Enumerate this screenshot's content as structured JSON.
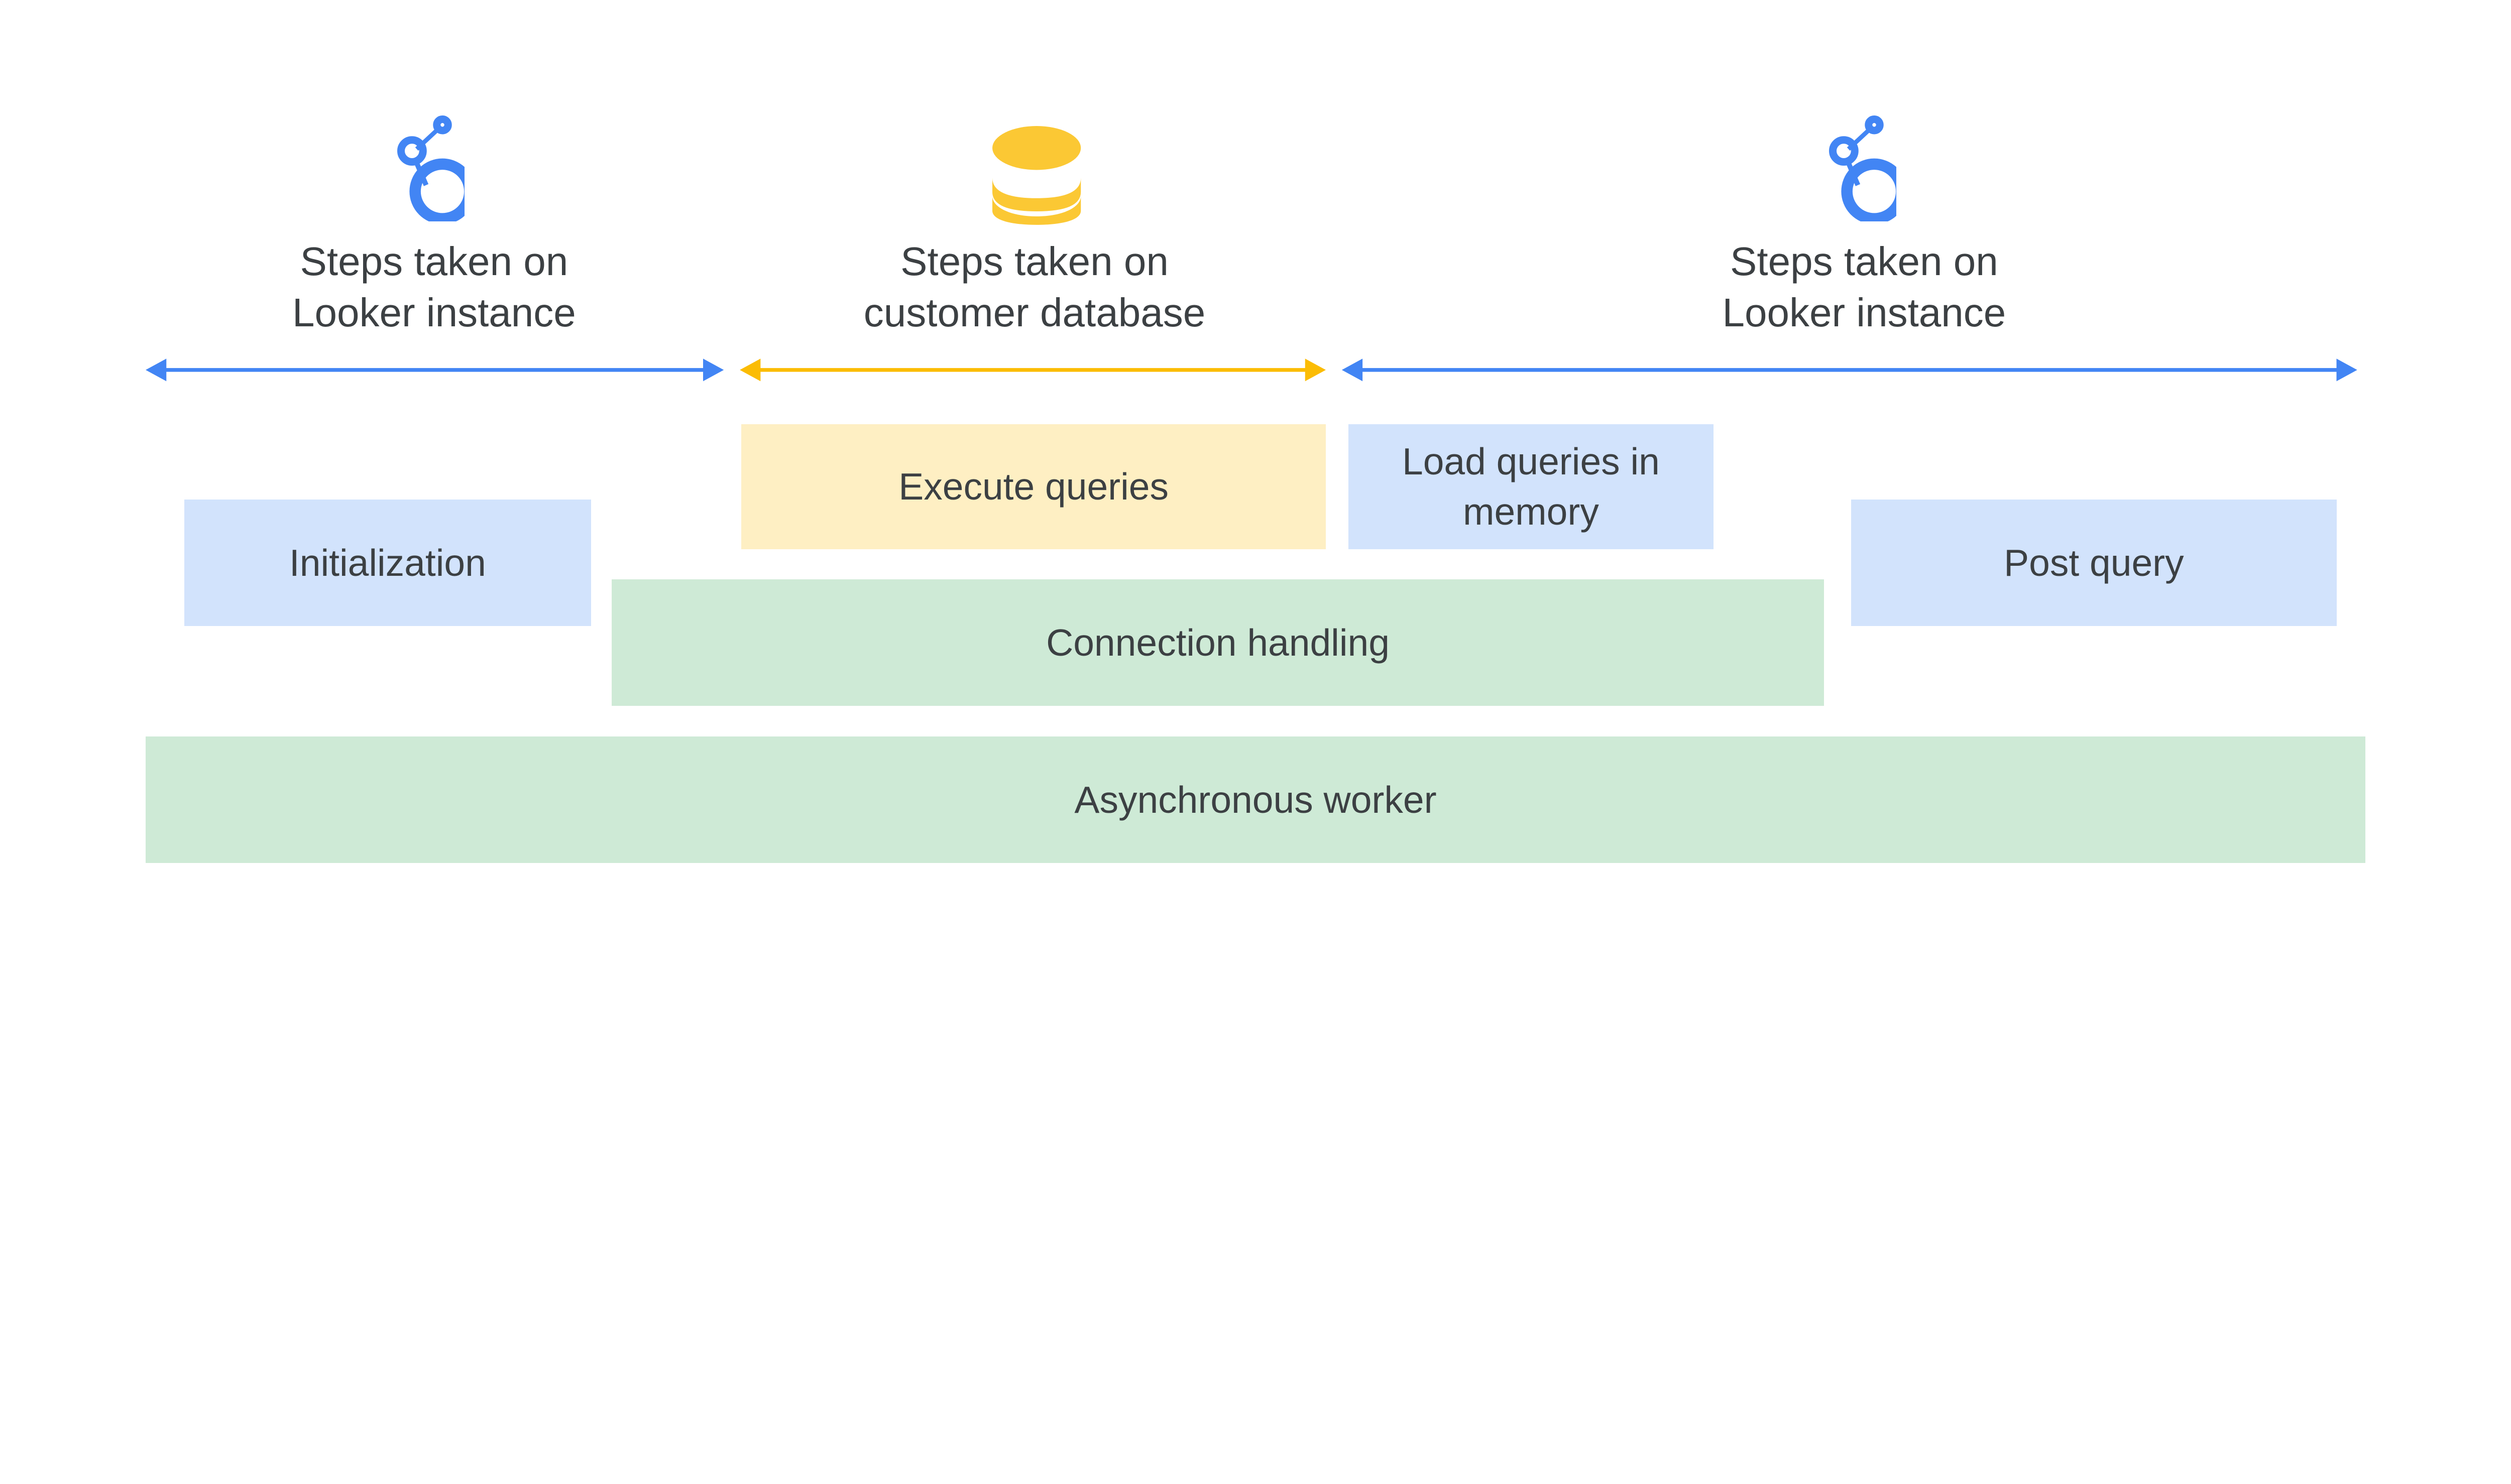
{
  "columns": [
    {
      "icon": "looker-logo-icon",
      "line1": "Steps taken on",
      "line2": "Looker instance"
    },
    {
      "icon": "database-icon",
      "line1": "Steps taken on",
      "line2": "customer database"
    },
    {
      "icon": "looker-logo-icon",
      "line1": "Steps taken on",
      "line2": "Looker instance"
    }
  ],
  "boxes": {
    "initialization": "Initialization",
    "execute_queries": "Execute queries",
    "load_queries_line1": "Load queries in",
    "load_queries_line2": "memory",
    "post_query": "Post query",
    "connection_handling": "Connection handling",
    "asynchronous_worker": "Asynchronous worker"
  },
  "colors": {
    "looker_blue": "#4285f4",
    "database_yellow": "#fbbc04",
    "blue_box": "#d2e3fc",
    "green_box": "#ceead6",
    "yellow_box": "#feefc3",
    "text": "#3c4043"
  }
}
